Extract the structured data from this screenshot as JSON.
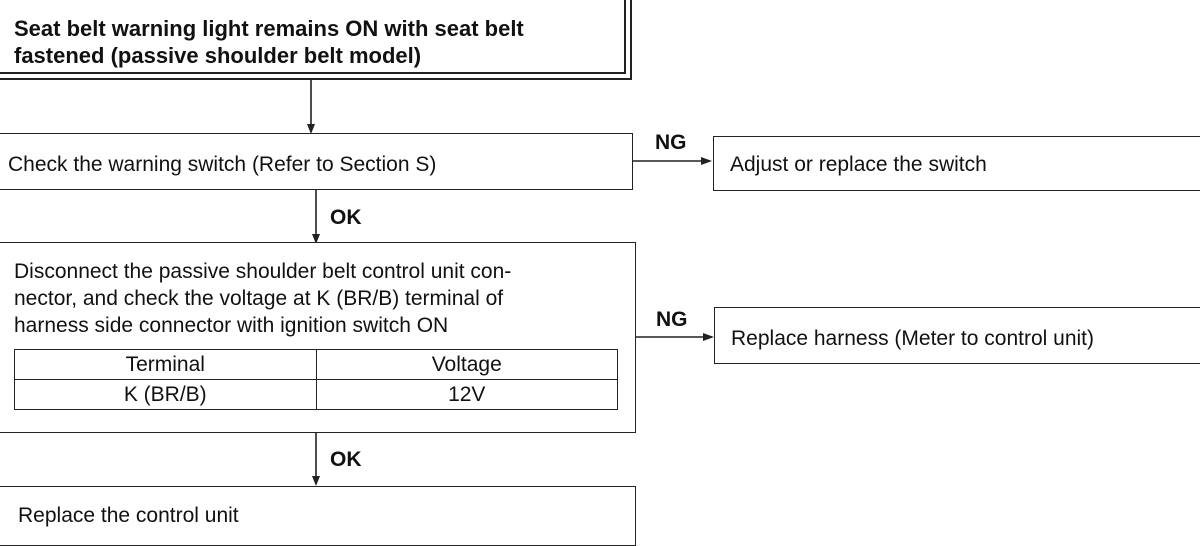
{
  "title": {
    "line1": "Seat belt warning light remains ON with seat belt",
    "line2": "fastened (passive shoulder belt model)"
  },
  "step1": {
    "text": "Check the warning switch (Refer to Section S)",
    "ng_label": "NG",
    "ng_action": "Adjust or replace the switch",
    "ok_label": "OK"
  },
  "step2": {
    "line1": "Disconnect the passive shoulder belt control unit con-",
    "line2": "nector, and check the voltage at K (BR/B) terminal of",
    "line3": "harness side connector with ignition switch ON",
    "table": {
      "header_terminal": "Terminal",
      "header_voltage": "Voltage",
      "row_terminal": "K (BR/B)",
      "row_voltage": "12V"
    },
    "ng_label": "NG",
    "ng_action": "Replace harness (Meter to control unit)",
    "ok_label": "OK"
  },
  "step3": {
    "text": "Replace the control unit"
  }
}
